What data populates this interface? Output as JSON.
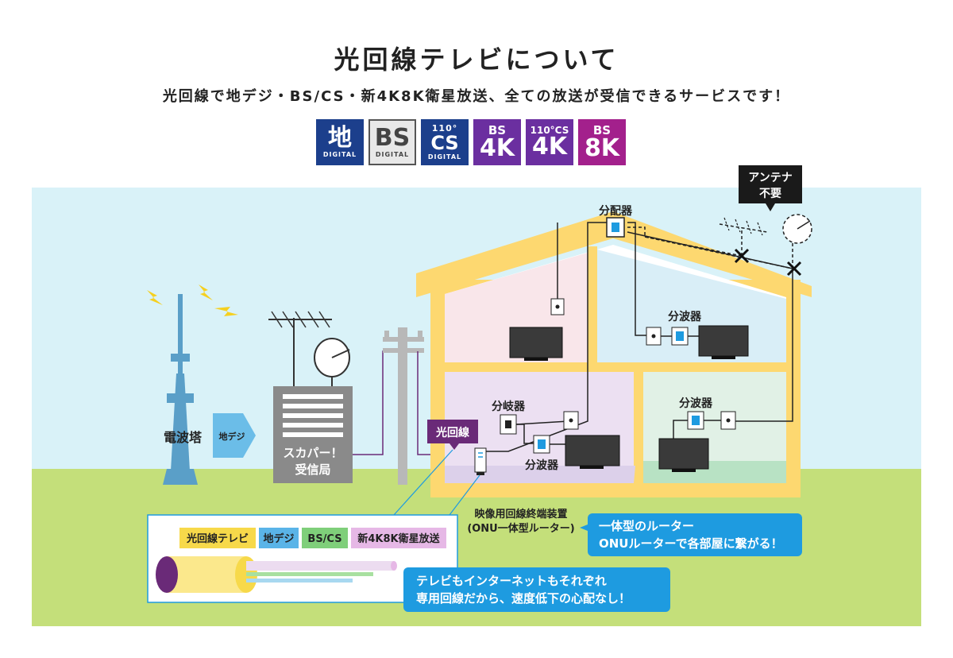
{
  "header": {
    "title": "光回線テレビについて",
    "subtitle": "光回線で地デジ・BS/CS・新4K8K衛星放送、全ての放送が受信できるサービスです！"
  },
  "logos": [
    {
      "main": "地",
      "sub": "DIGITAL",
      "style": "blue"
    },
    {
      "main": "BS",
      "sub": "DIGITAL",
      "style": "silver"
    },
    {
      "main": "CS",
      "top": "110°",
      "sub": "DIGITAL",
      "style": "blue"
    },
    {
      "main": "4K",
      "top": "BS",
      "style": "purple"
    },
    {
      "main": "4K",
      "top": "110°CS",
      "style": "purple"
    },
    {
      "main": "8K",
      "top": "BS",
      "style": "magenta"
    }
  ],
  "labels": {
    "tower": "電波塔",
    "chideji_arrow": "地デジ",
    "station_line1": "スカパー！",
    "station_line2": "受信局",
    "hikari_badge": "光回線",
    "distributor": "分配器",
    "splitter_upper": "分波器",
    "branch": "分岐器",
    "splitter_lower_left": "分波器",
    "splitter_lower_right": "分波器",
    "antenna_line1": "アンテナ",
    "antenna_line2": "不要",
    "onu_line1": "映像用回線終端装置",
    "onu_line2": "(ONU一体型ルーター)",
    "router_callout_line1": "一体型のルーター",
    "router_callout_line2": "ONUルーターで各部屋に繋がる！",
    "cable_callout_line1": "テレビもインターネットもそれぞれ",
    "cable_callout_line2": "専用回線だから、速度低下の心配なし！"
  },
  "cable_tags": [
    {
      "text": "光回線テレビ",
      "color": "#f7d94a"
    },
    {
      "text": "地デジ",
      "color": "#5ab4e8"
    },
    {
      "text": "BS/CS",
      "color": "#7fcf7a"
    },
    {
      "text": "新4K8K衛星放送",
      "color": "#e6b8e6"
    }
  ],
  "colors": {
    "sky": "#d9f2f8",
    "ground": "#c4df7a",
    "house_frame": "#fdd870",
    "fiber_purple": "#6a2a78",
    "callout_blue": "#1e9be0"
  }
}
